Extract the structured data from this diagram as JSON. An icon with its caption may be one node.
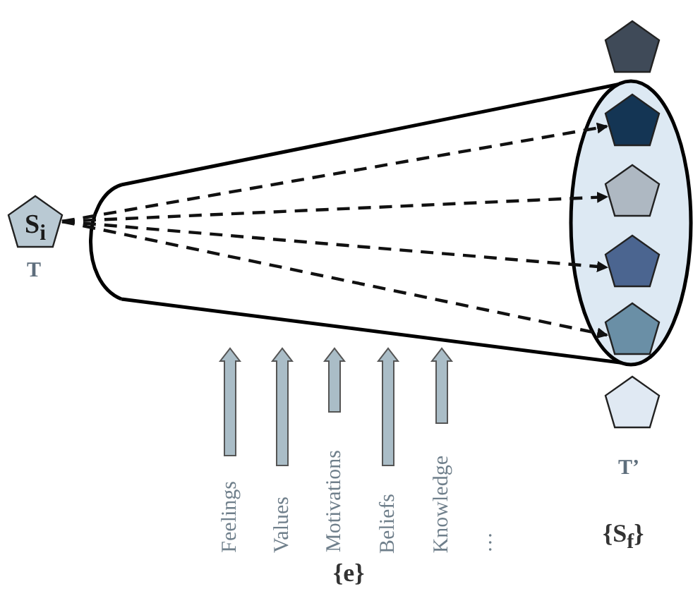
{
  "diagram": {
    "nodes": [
      {
        "text": [
          "S$_{i}$"
        ],
        "beside": [
          "T"
        ]
      },
      {
        "text": [],
        "shape": "pentagon"
      },
      {
        "text": [],
        "shape": "ellipse"
      },
      {
        "text": [],
        "shape": "pentagon",
        "in": 2
      },
      {
        "text": [],
        "shape": "pentagon",
        "in": 2
      },
      {
        "text": [],
        "shape": "pentagon",
        "in": 2
      },
      {
        "text": [],
        "shape": "pentagon",
        "in": 2
      },
      {
        "text": [],
        "shape": "pentagon"
      }
    ],
    "edges": [
      {
        "from": 0,
        "to": 3,
        "arrow": "to",
        "style": "dashed"
      },
      {
        "from": 0,
        "to": 4,
        "arrow": "to",
        "style": "dashed"
      },
      {
        "from": 0,
        "to": 5,
        "arrow": "to",
        "style": "dashed"
      },
      {
        "from": 0,
        "to": 6,
        "arrow": "to",
        "style": "dashed"
      }
    ],
    "labels": [
      "T’",
      "Feelings",
      "Values",
      "Motivations",
      "Beliefs",
      "Knowledge",
      "…",
      "{S$_{f}$}",
      "{e}"
    ]
  }
}
